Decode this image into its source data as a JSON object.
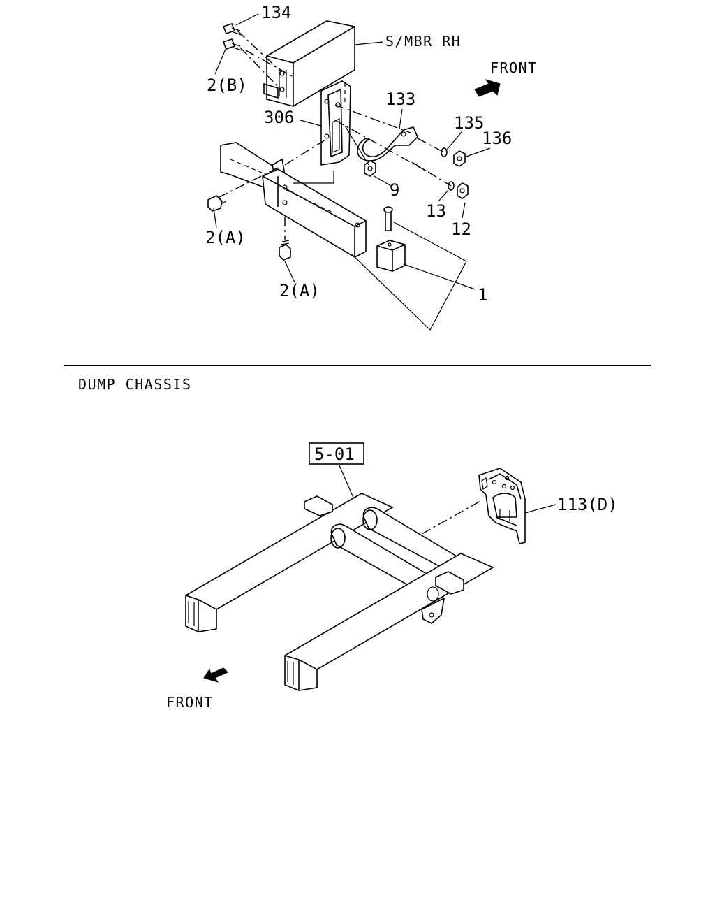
{
  "upper_view": {
    "callouts": {
      "p134": "134",
      "p2b": "2(B)",
      "smbr": "S/MBR RH",
      "front": "FRONT",
      "p306": "306",
      "p133": "133",
      "p135": "135",
      "p136": "136",
      "p9": "9",
      "p13": "13",
      "p12": "12",
      "p2a_left": "2(A)",
      "p2a_bottom": "2(A)",
      "p1": "1"
    }
  },
  "section_title": "DUMP CHASSIS",
  "lower_view": {
    "ref_box": "5-01",
    "callout_113d": "113(D)",
    "front": "FRONT"
  }
}
